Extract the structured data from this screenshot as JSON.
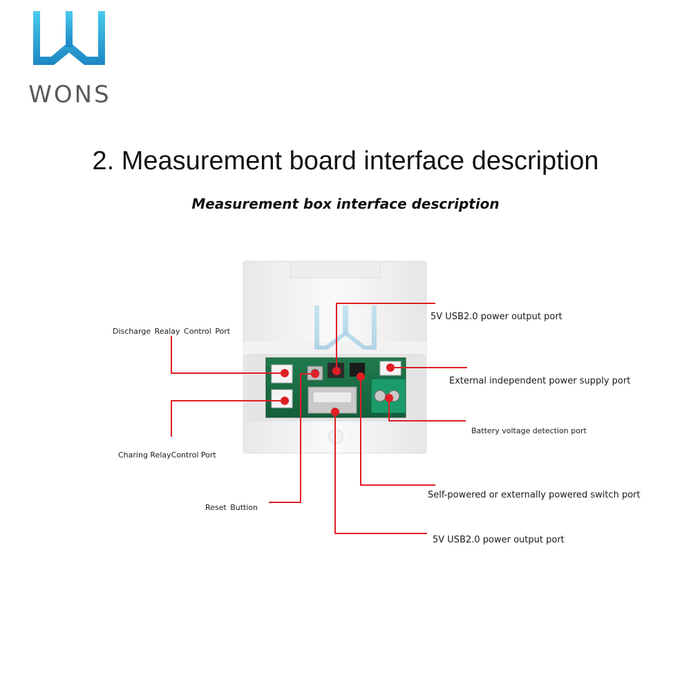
{
  "brand": {
    "name": "WONS",
    "logo_colors": [
      "#3fc2e6",
      "#1f8fc7"
    ]
  },
  "heading": {
    "title": "2. Measurement board interface description",
    "subtitle": "Measurement box interface description"
  },
  "diagram": {
    "leader_color": "#e01e25",
    "labels": {
      "discharge_relay": "Discharge Realay Control Port",
      "charging_relay": "Charing RelayControl Port",
      "reset_button": "Reset Buttion",
      "usb_output_top": "5V USB2.0 power output port",
      "external_power": "External independent power supply port",
      "battery_voltage": "Battery voltage detection port",
      "power_switch": "Self-powered or externally powered switch port",
      "usb_output_bottom": "5V USB2.0 power output port"
    }
  }
}
